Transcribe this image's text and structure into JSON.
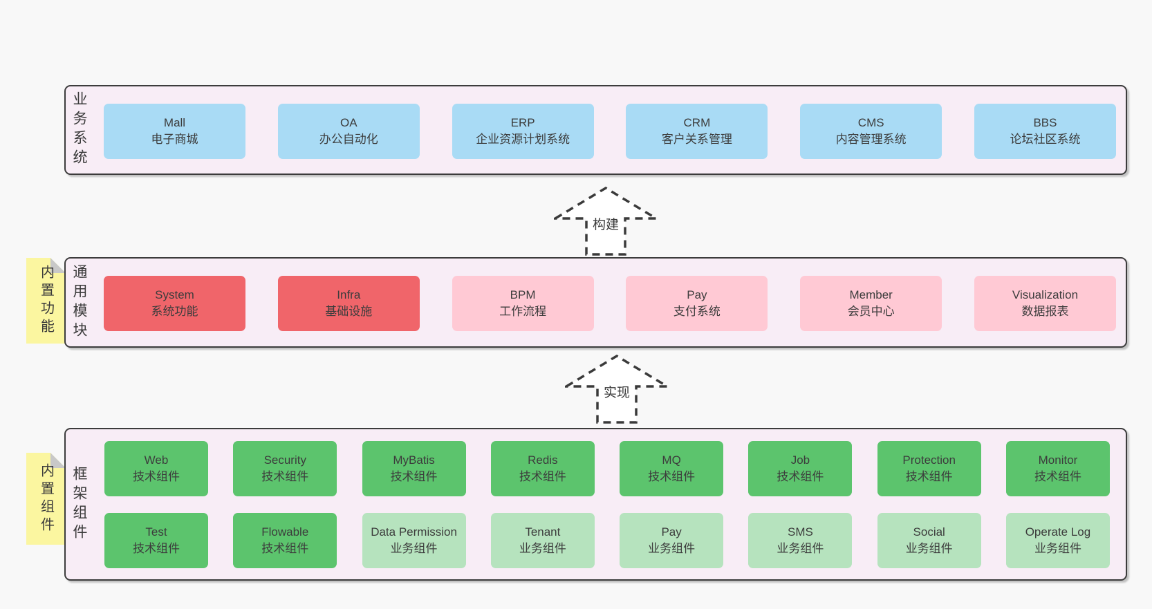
{
  "panels": {
    "business": {
      "label": "业务系统",
      "boxes": [
        {
          "title": "Mall",
          "subtitle": "电子商城",
          "variant": "blue"
        },
        {
          "title": "OA",
          "subtitle": "办公自动化",
          "variant": "blue"
        },
        {
          "title": "ERP",
          "subtitle": "企业资源计划系统",
          "variant": "blue"
        },
        {
          "title": "CRM",
          "subtitle": "客户关系管理",
          "variant": "blue"
        },
        {
          "title": "CMS",
          "subtitle": "内容管理系统",
          "variant": "blue"
        },
        {
          "title": "BBS",
          "subtitle": "论坛社区系统",
          "variant": "blue"
        }
      ]
    },
    "modules": {
      "label": "通用模块",
      "note": "内置功能",
      "boxes": [
        {
          "title": "System",
          "subtitle": "系统功能",
          "variant": "red"
        },
        {
          "title": "Infra",
          "subtitle": "基础设施",
          "variant": "red"
        },
        {
          "title": "BPM",
          "subtitle": "工作流程",
          "variant": "pink"
        },
        {
          "title": "Pay",
          "subtitle": "支付系统",
          "variant": "pink"
        },
        {
          "title": "Member",
          "subtitle": "会员中心",
          "variant": "pink"
        },
        {
          "title": "Visualization",
          "subtitle": "数据报表",
          "variant": "pink"
        }
      ]
    },
    "components": {
      "label": "框架组件",
      "note": "内置组件",
      "row1": [
        {
          "title": "Web",
          "subtitle": "技术组件",
          "variant": "green"
        },
        {
          "title": "Security",
          "subtitle": "技术组件",
          "variant": "green"
        },
        {
          "title": "MyBatis",
          "subtitle": "技术组件",
          "variant": "green"
        },
        {
          "title": "Redis",
          "subtitle": "技术组件",
          "variant": "green"
        },
        {
          "title": "MQ",
          "subtitle": "技术组件",
          "variant": "green"
        },
        {
          "title": "Job",
          "subtitle": "技术组件",
          "variant": "green"
        },
        {
          "title": "Protection",
          "subtitle": "技术组件",
          "variant": "green"
        },
        {
          "title": "Monitor",
          "subtitle": "技术组件",
          "variant": "green"
        }
      ],
      "row2": [
        {
          "title": "Test",
          "subtitle": "技术组件",
          "variant": "green"
        },
        {
          "title": "Flowable",
          "subtitle": "技术组件",
          "variant": "green"
        },
        {
          "title": "Data Permission",
          "subtitle": "业务组件",
          "variant": "lightgreen"
        },
        {
          "title": "Tenant",
          "subtitle": "业务组件",
          "variant": "lightgreen"
        },
        {
          "title": "Pay",
          "subtitle": "业务组件",
          "variant": "lightgreen"
        },
        {
          "title": "SMS",
          "subtitle": "业务组件",
          "variant": "lightgreen"
        },
        {
          "title": "Social",
          "subtitle": "业务组件",
          "variant": "lightgreen"
        },
        {
          "title": "Operate Log",
          "subtitle": "业务组件",
          "variant": "lightgreen"
        }
      ]
    }
  },
  "arrows": {
    "build": "构建",
    "implement": "实现"
  },
  "colors": {
    "page_bg": "#f8f8f8",
    "panel_bg": "#f8edf6",
    "panel_border": "#3c3c3c",
    "blue": "#a9dbf5",
    "red": "#f0656a",
    "pink": "#ffc9d4",
    "green": "#5cc46d",
    "lightgreen": "#b6e3be",
    "note_yellow": "#fbf6a0",
    "note_fold": "#c8c8c8",
    "text": "#3c3c3c"
  }
}
